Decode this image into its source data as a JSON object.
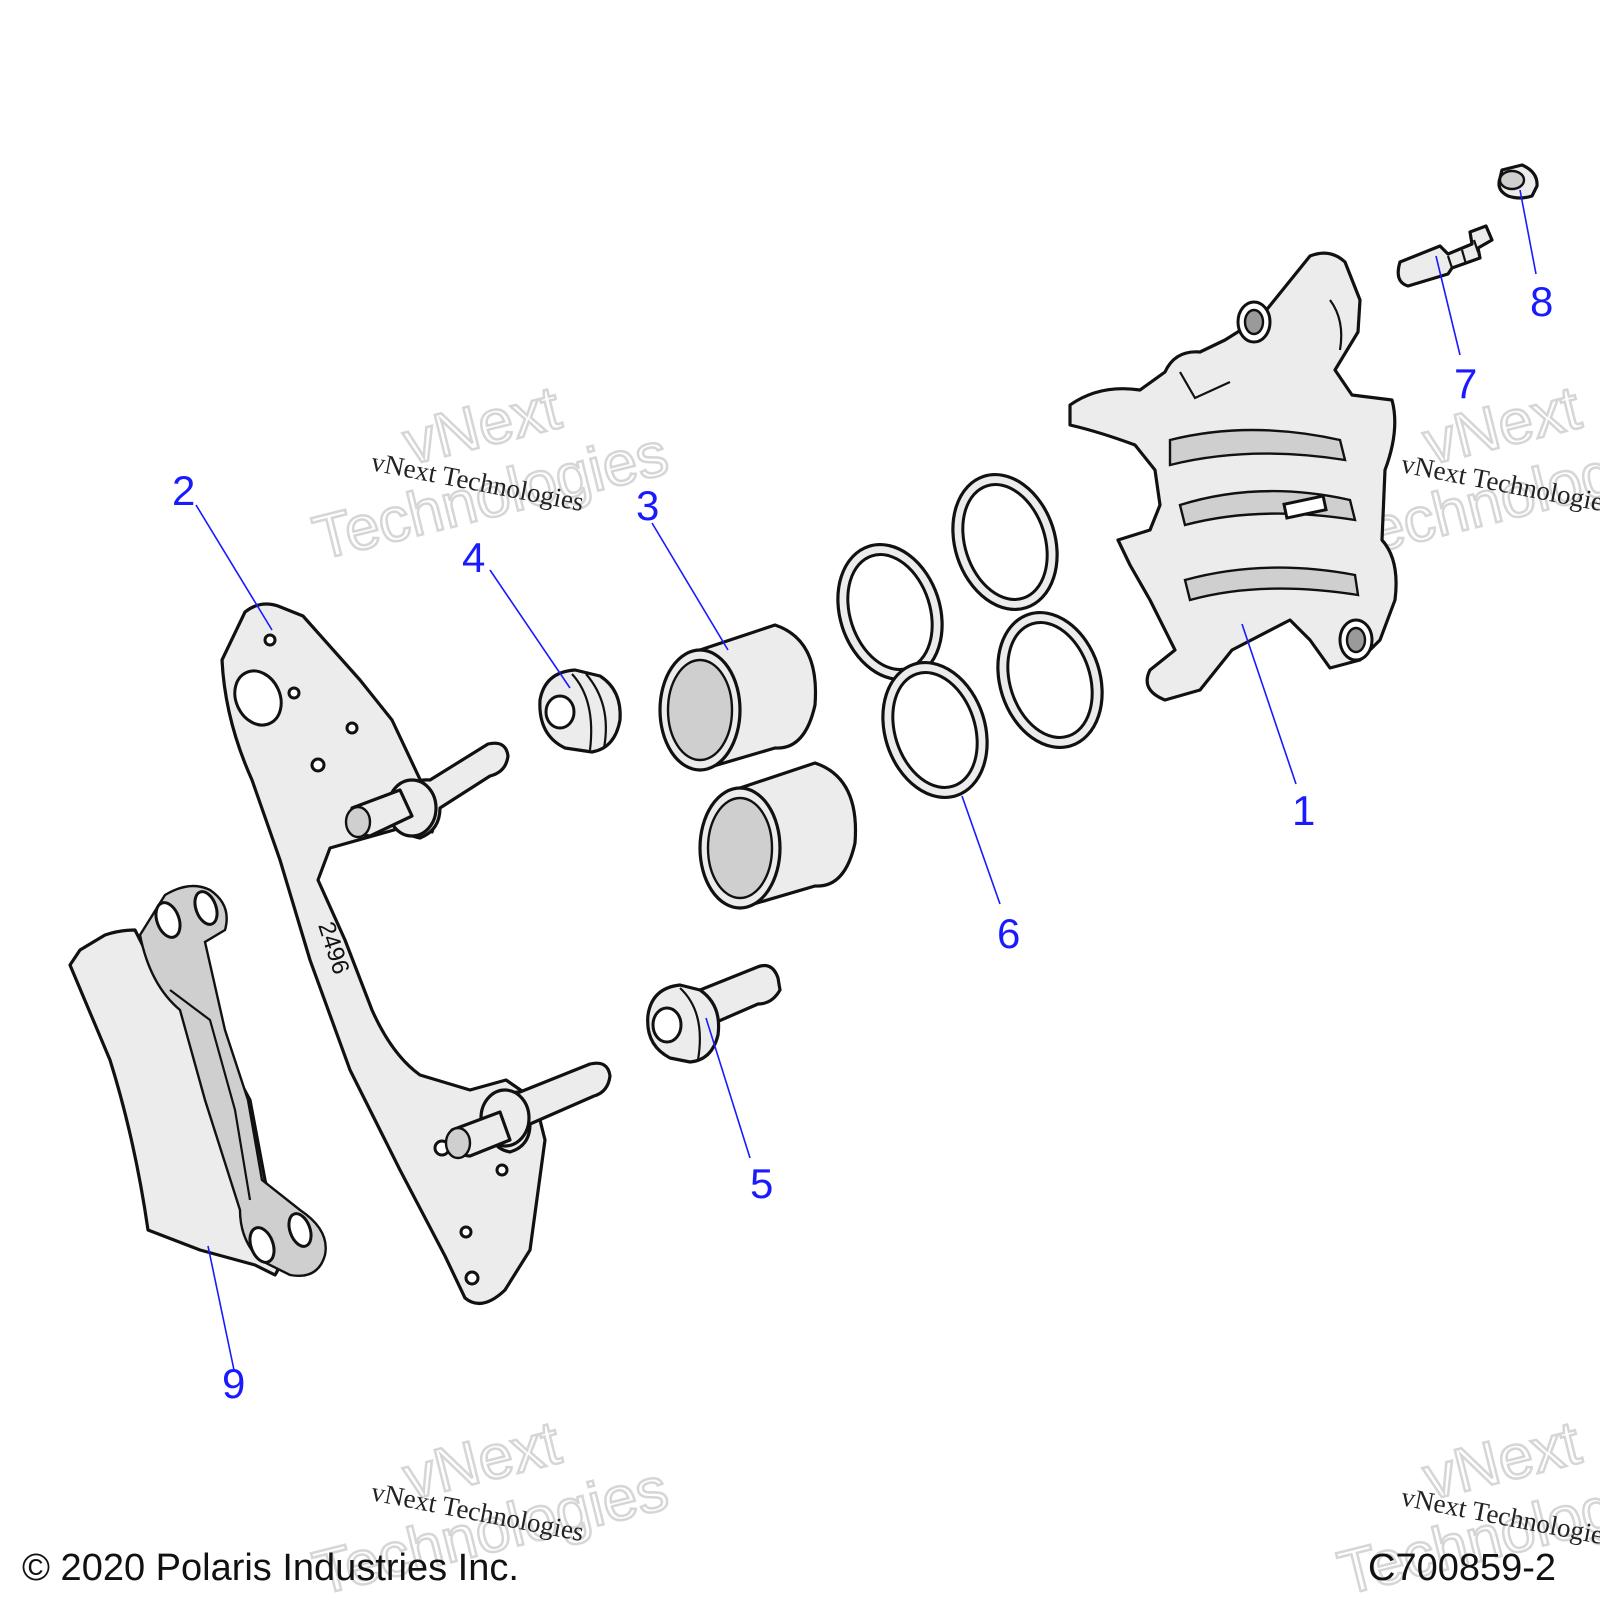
{
  "callouts": [
    {
      "label": "1"
    },
    {
      "label": "2"
    },
    {
      "label": "3"
    },
    {
      "label": "4"
    },
    {
      "label": "5"
    },
    {
      "label": "6"
    },
    {
      "label": "7"
    },
    {
      "label": "8"
    },
    {
      "label": "9"
    }
  ],
  "part_stamp": "2496",
  "watermark": {
    "big_line1": "vNext",
    "big_line2": "Technologies",
    "small": "vNext Technologies"
  },
  "footer": {
    "copyright": "© 2020 Polaris Industries Inc.",
    "figure_id": "C700859-2"
  },
  "colors": {
    "callout": "#1a1aff",
    "part_fill": "#ececec",
    "outline": "#111111"
  }
}
